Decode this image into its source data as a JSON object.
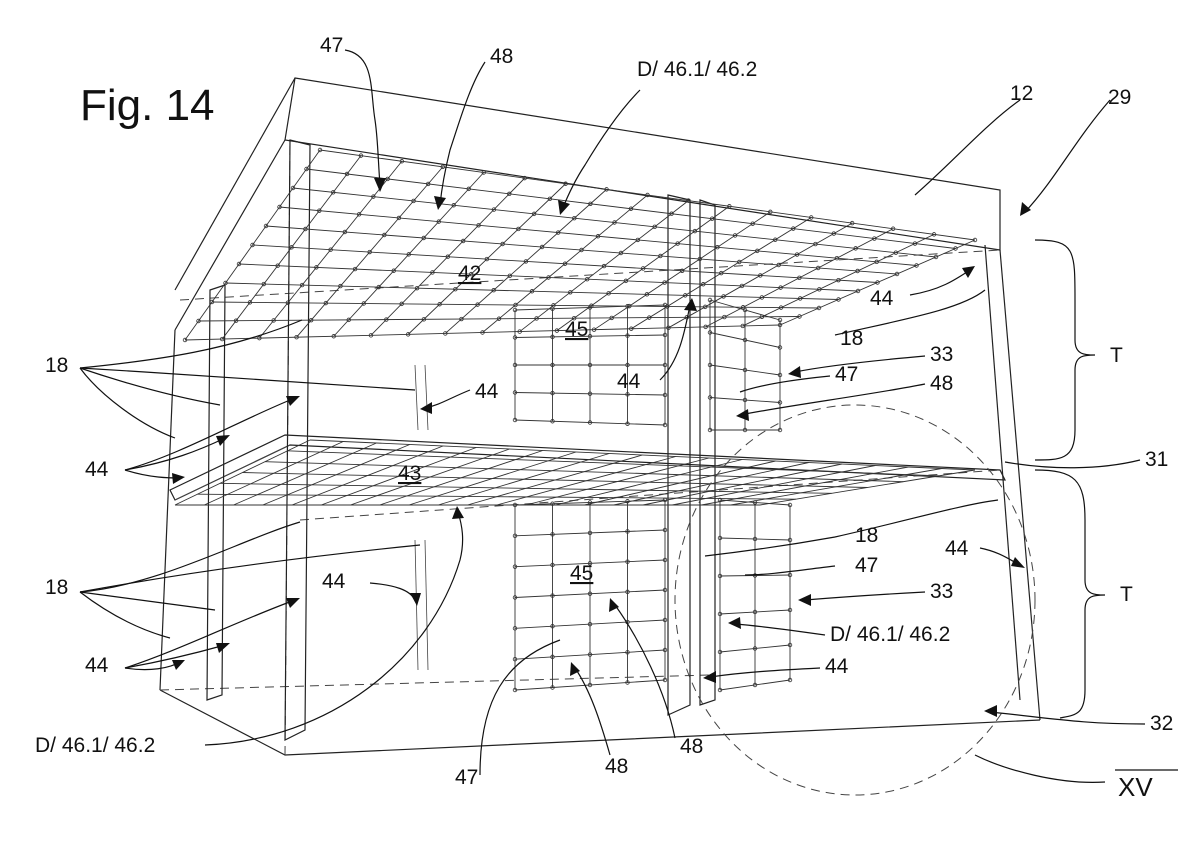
{
  "figure_title": "Fig. 14",
  "labels": {
    "l_47_top": "47",
    "l_48_top": "48",
    "l_d_top": "D/ 46.1/ 46.2",
    "l_12": "12",
    "l_29": "29",
    "l_42": "42",
    "l_44_upper_right": "44",
    "l_45_upper": "45",
    "l_18_upper_mid": "18",
    "l_33_upper": "33",
    "l_47_upper_right": "47",
    "l_48_upper_right": "48",
    "l_T_upper": "T",
    "l_18_left_upper": "18",
    "l_44_upper_mid": "44",
    "l_44_upper_center": "44",
    "l_44_left_upper": "44",
    "l_31": "31",
    "l_43": "43",
    "l_18_lower_mid": "18",
    "l_44_lower_right": "44",
    "l_47_lower_right": "47",
    "l_33_lower": "33",
    "l_45_lower": "45",
    "l_T_lower": "T",
    "l_18_left_lower": "18",
    "l_44_lower_center": "44",
    "l_d_lower_right": "D/ 46.1/ 46.2",
    "l_44_lower_mid": "44",
    "l_44_left_lower": "44",
    "l_d_lower_left": "D/ 46.1/ 46.2",
    "l_32": "32",
    "l_47_bottom": "47",
    "l_48_bottom_left": "48",
    "l_48_bottom_right": "48",
    "l_xv": "XV"
  }
}
